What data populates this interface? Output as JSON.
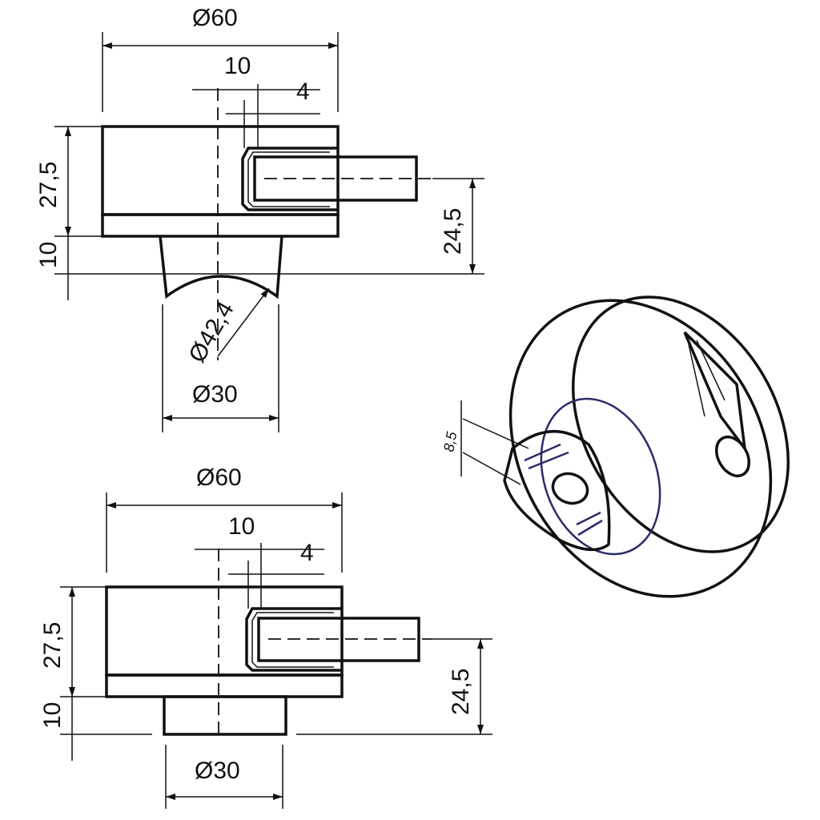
{
  "top_view": {
    "dim_outer_diameter": "Ø60",
    "dim_slot_offset": "10",
    "dim_slot_width": "4",
    "dim_body_height": "27,5",
    "dim_base_height": "10",
    "dim_pin_height": "24,5",
    "dim_radius": "Ø42,4",
    "dim_base_diameter": "Ø30"
  },
  "bottom_view": {
    "dim_outer_diameter": "Ø60",
    "dim_slot_offset": "10",
    "dim_slot_width": "4",
    "dim_body_height": "27,5",
    "dim_base_height": "10",
    "dim_pin_height": "24,5",
    "dim_base_diameter": "Ø30"
  },
  "iso_view": {
    "dim_slot": "8,5",
    "accent_color": "#2a2a6a"
  }
}
